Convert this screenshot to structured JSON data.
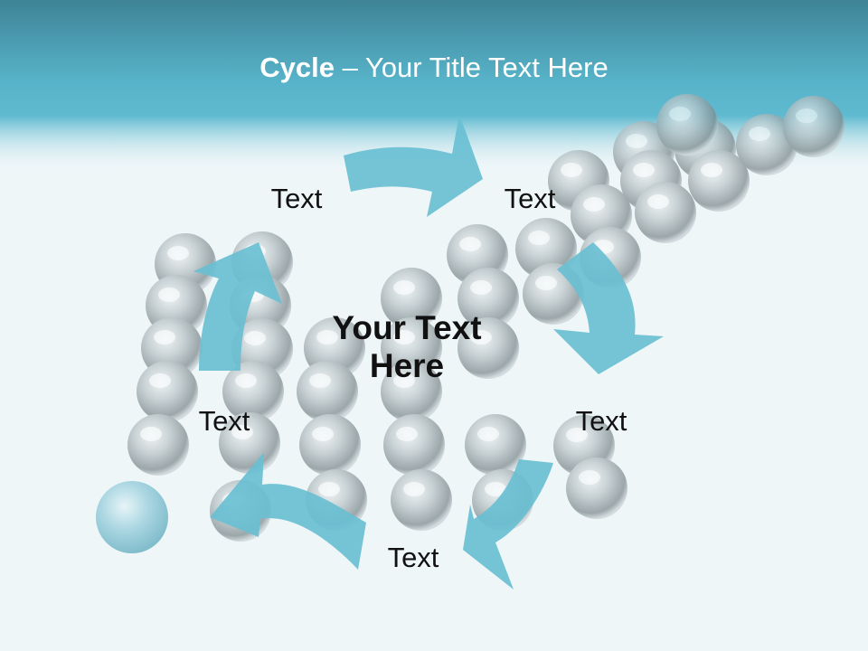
{
  "slide": {
    "title_bold": "Cycle",
    "title_rest": " – Your Title Text Here",
    "center_line1": "Your Text",
    "center_line2": "Here",
    "nodes": [
      {
        "label": "Text"
      },
      {
        "label": "Text"
      },
      {
        "label": "Text"
      },
      {
        "label": "Text"
      },
      {
        "label": "Text"
      }
    ]
  },
  "colors": {
    "header_dark": "#3f8396",
    "header_light": "#58b4ca",
    "arrow": "#69bfd2",
    "background": "#eef6f8"
  }
}
